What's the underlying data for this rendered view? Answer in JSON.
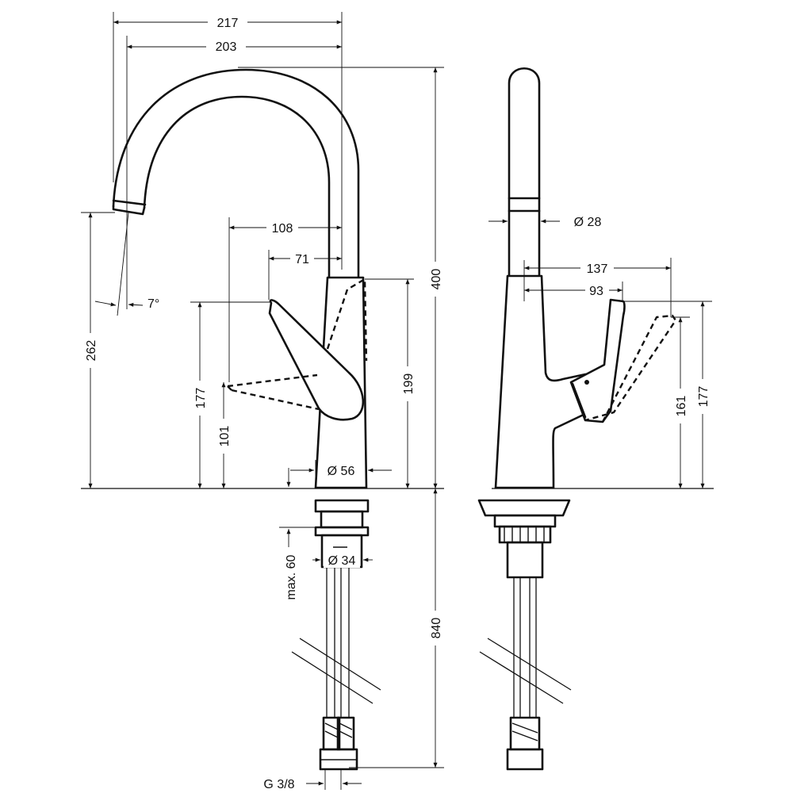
{
  "dimensions": {
    "overall_reach": "217",
    "spout_reach": "203",
    "lever_to_axis": "108",
    "lever_pivot_offset": "71",
    "total_height": "400",
    "spout_outlet_height": "262",
    "spout_angle": "7°",
    "lever_height_side": "177",
    "lever_open_height": "101",
    "body_height": "199",
    "base_diameter": "Ø 56",
    "max_countertop": "max. 60",
    "shank_diameter": "Ø 34",
    "hose_length": "840",
    "hose_connection": "G 3/8",
    "spout_diameter": "Ø 28",
    "lever_reach_open": "137",
    "lever_reach_closed": "93",
    "lever_height_front": "161",
    "lever_height_front_total": "177"
  },
  "colors": {
    "line": "#111111",
    "background": "#ffffff"
  }
}
